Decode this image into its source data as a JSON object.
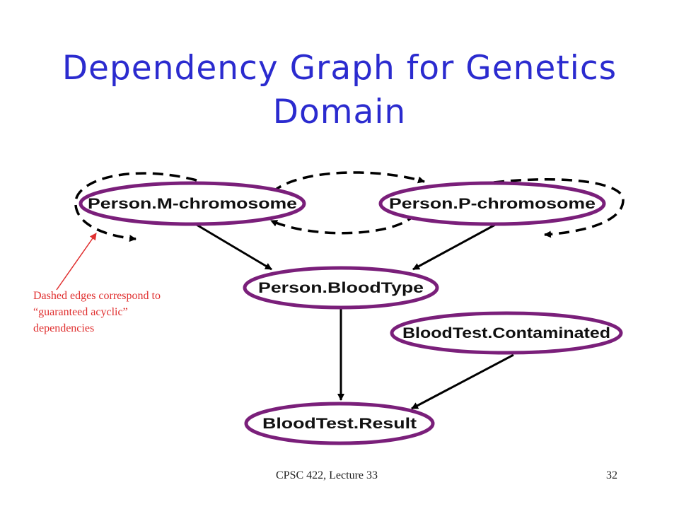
{
  "title": {
    "line1": "Dependency Graph for Genetics",
    "line2": "Domain"
  },
  "nodes": {
    "m_chromosome": "Person.M-chromosome",
    "p_chromosome": "Person.P-chromosome",
    "blood_type": "Person.BloodType",
    "contaminated": "BloodTest.Contaminated",
    "result": "BloodTest.Result"
  },
  "annotation": {
    "line1": "Dashed edges correspond to",
    "line2": "“guaranteed acyclic”",
    "line3": "dependencies"
  },
  "footer": {
    "lecture": "CPSC 422, Lecture 33",
    "page": "32"
  },
  "colors": {
    "title": "#2b2bcf",
    "node_border": "#7a1f7a",
    "edge": "#000000",
    "annotation": "#e03030"
  }
}
